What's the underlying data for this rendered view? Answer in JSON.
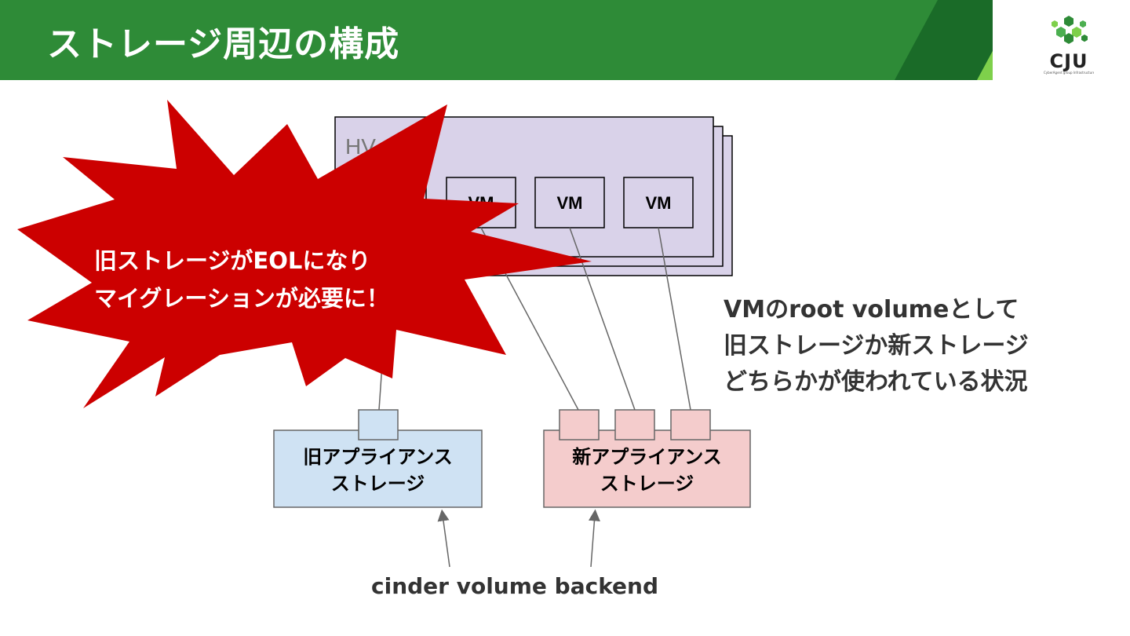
{
  "header": {
    "title": "ストレージ周辺の構成",
    "bar_color": "#2e8b37",
    "accent_dark": "#1a6b28",
    "accent_light": "#7ed04b"
  },
  "logo": {
    "text": "CJU",
    "subtext": "CyberAgent group Infrastructure Unit",
    "icon": "hexagon-cluster-icon"
  },
  "diagram": {
    "hypervisor": {
      "label": "HV",
      "fill": "#d9d2e9"
    },
    "vms": [
      {
        "label": "VM"
      },
      {
        "label": "VM"
      },
      {
        "label": "VM"
      },
      {
        "label": "VM"
      }
    ],
    "storage_old": {
      "label": "旧アプライアンス\nストレージ",
      "fill": "#cfe2f3"
    },
    "storage_new": {
      "label": "新アプライアンス\nストレージ",
      "fill": "#f4cccc"
    },
    "alert": {
      "text": "旧ストレージがEOLになり\nマイグレーションが必要に！",
      "fill": "#cc0000"
    },
    "note": "VMのroot volumeとして\n旧ストレージか新ストレージ\nどちらかが使われている状況",
    "backend_label": "cinder volume backend"
  }
}
